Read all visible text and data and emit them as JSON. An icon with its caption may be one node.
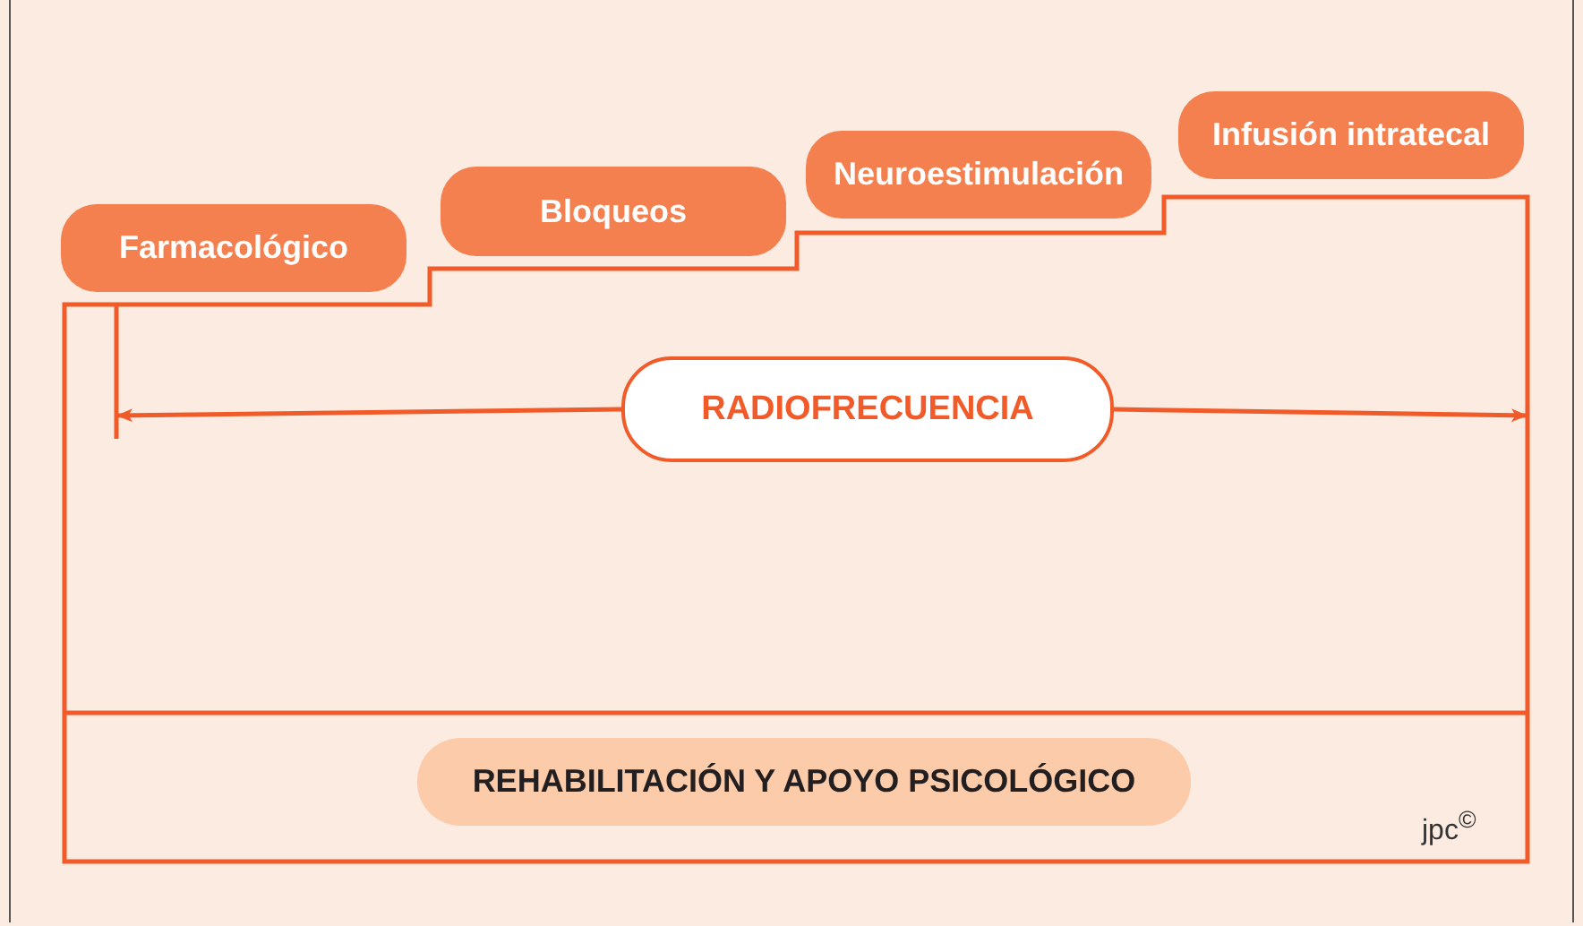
{
  "diagram": {
    "nodes": [
      {
        "text": [
          "Farmacológico"
        ]
      },
      {
        "text": [
          "Bloqueos"
        ]
      },
      {
        "text": [
          "Neuroestimulación"
        ]
      },
      {
        "text": [
          "Infusión intratecal"
        ]
      },
      {
        "text": [
          "RADIOFRECUENCIA"
        ]
      },
      {
        "text": [
          "REHABILITACIÓN Y APOYO PSICOLÓGICO"
        ]
      }
    ],
    "edges": [
      {
        "from": 4,
        "to": null,
        "arrow": "to"
      },
      {
        "from": 4,
        "to": null,
        "arrow": "to"
      }
    ],
    "labels": [
      "jpc$^{©}$"
    ]
  }
}
